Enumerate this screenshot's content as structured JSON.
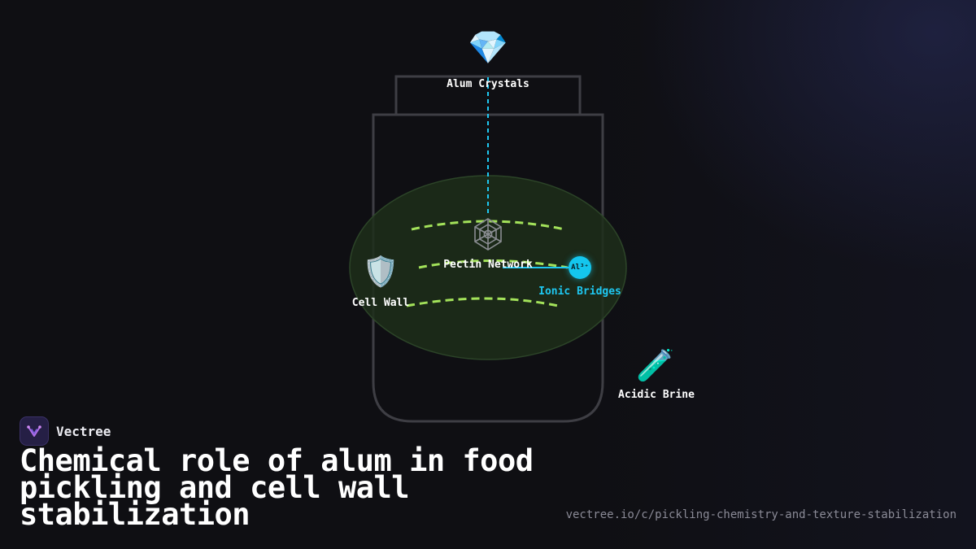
{
  "colors": {
    "background": "#0f0f13",
    "jar_outline": "#3e3e44",
    "pectin_zone_fill": "#1d2e1a",
    "pectin_zone_stroke": "#2c4428",
    "pectin_strand": "#a3e25a",
    "connector": "#1ec8f2",
    "label_text": "#ffffff",
    "accent_text": "#1ec8f2",
    "muted_text": "#8a8a96"
  },
  "nodes": {
    "alum_crystals": {
      "label": "Alum Crystals",
      "icon": "gem-icon",
      "glyph": "💎"
    },
    "pectin_network": {
      "label": "Pectin Network",
      "icon": "spider-web-icon"
    },
    "cell_wall": {
      "label": "Cell Wall",
      "icon": "shield-icon",
      "glyph": "🛡️"
    },
    "ionic_bridges": {
      "label": "Ionic Bridges",
      "badge": "Al³⁺",
      "icon": "aluminium-ion-icon"
    },
    "acidic_brine": {
      "label": "Acidic Brine",
      "icon": "test-tube-icon",
      "glyph": "🧪"
    }
  },
  "brand": {
    "name": "Vectree",
    "icon": "vectree-logo-icon"
  },
  "title": "Chemical role of alum in food pickling and cell wall stabilization",
  "url": "vectree.io/c/pickling-chemistry-and-texture-stabilization"
}
